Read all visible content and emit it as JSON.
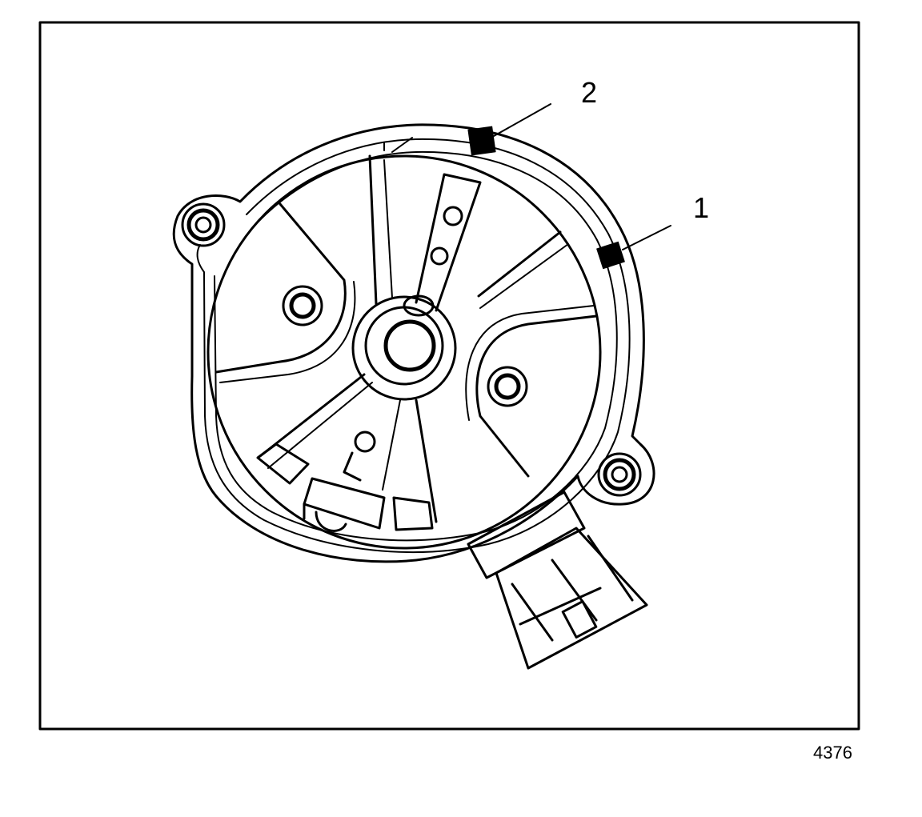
{
  "diagram": {
    "callouts": [
      {
        "id": "1",
        "label": "1"
      },
      {
        "id": "2",
        "label": "2"
      }
    ],
    "figure_number": "4376"
  }
}
